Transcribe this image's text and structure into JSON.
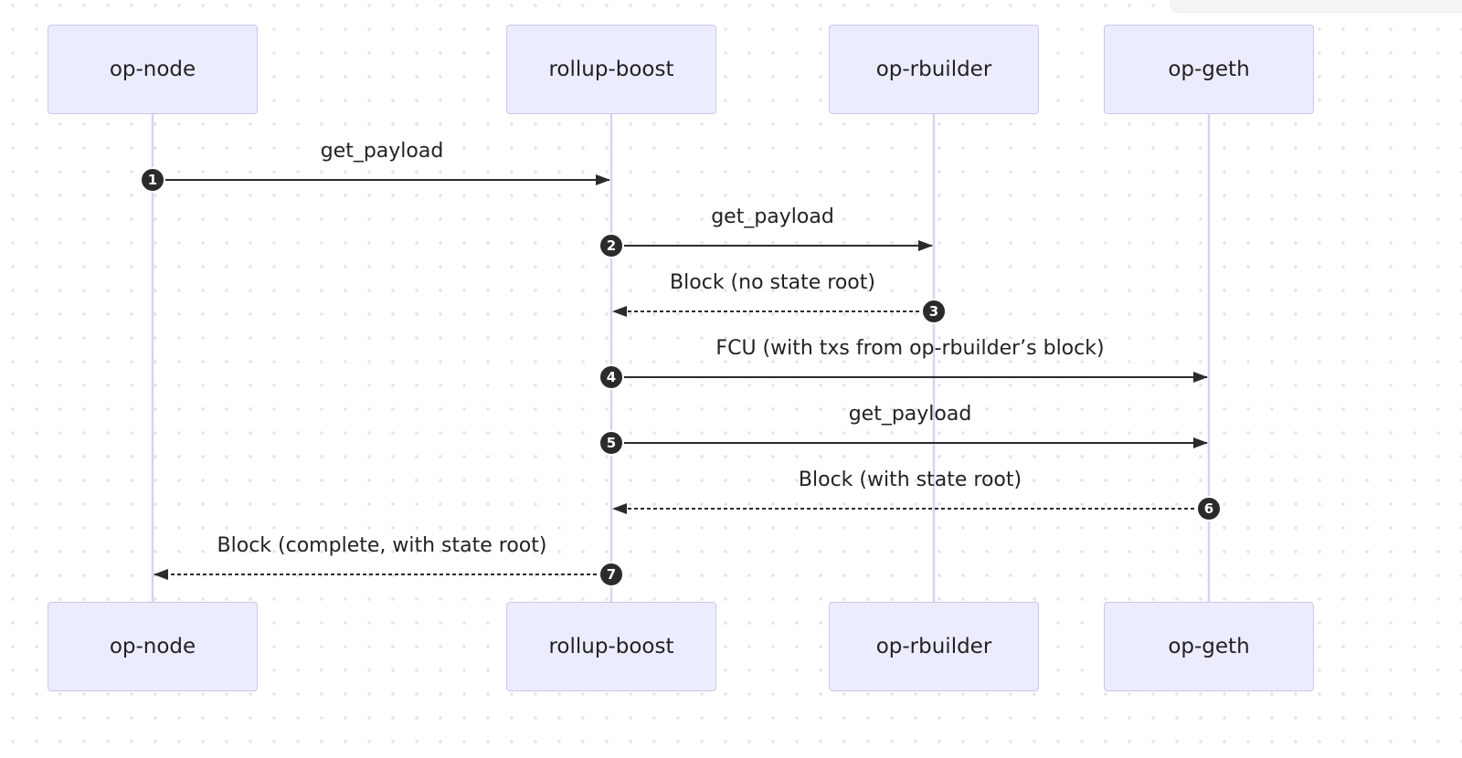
{
  "participants": [
    "op-node",
    "rollup-boost",
    "op-rbuilder",
    "op-geth"
  ],
  "messages": [
    {
      "seq": "1",
      "from": "op-node",
      "to": "rollup-boost",
      "label": "get_payload",
      "style": "solid"
    },
    {
      "seq": "2",
      "from": "rollup-boost",
      "to": "op-rbuilder",
      "label": "get_payload",
      "style": "solid"
    },
    {
      "seq": "3",
      "from": "op-rbuilder",
      "to": "rollup-boost",
      "label": "Block (no state root)",
      "style": "dashed"
    },
    {
      "seq": "4",
      "from": "rollup-boost",
      "to": "op-geth",
      "label": "FCU (with txs from op-rbuilder’s block)",
      "style": "solid"
    },
    {
      "seq": "5",
      "from": "rollup-boost",
      "to": "op-geth",
      "label": "get_payload",
      "style": "solid"
    },
    {
      "seq": "6",
      "from": "op-geth",
      "to": "rollup-boost",
      "label": "Block (with state root)",
      "style": "dashed"
    },
    {
      "seq": "7",
      "from": "rollup-boost",
      "to": "op-node",
      "label": "Block (complete, with state root)",
      "style": "dashed"
    }
  ],
  "colors": {
    "actor_fill": "#ececff",
    "actor_border": "#cdc4f0",
    "lifeline": "#d8d2f2",
    "arrow": "#2b2b2b",
    "badge": "#2b2b2b"
  }
}
